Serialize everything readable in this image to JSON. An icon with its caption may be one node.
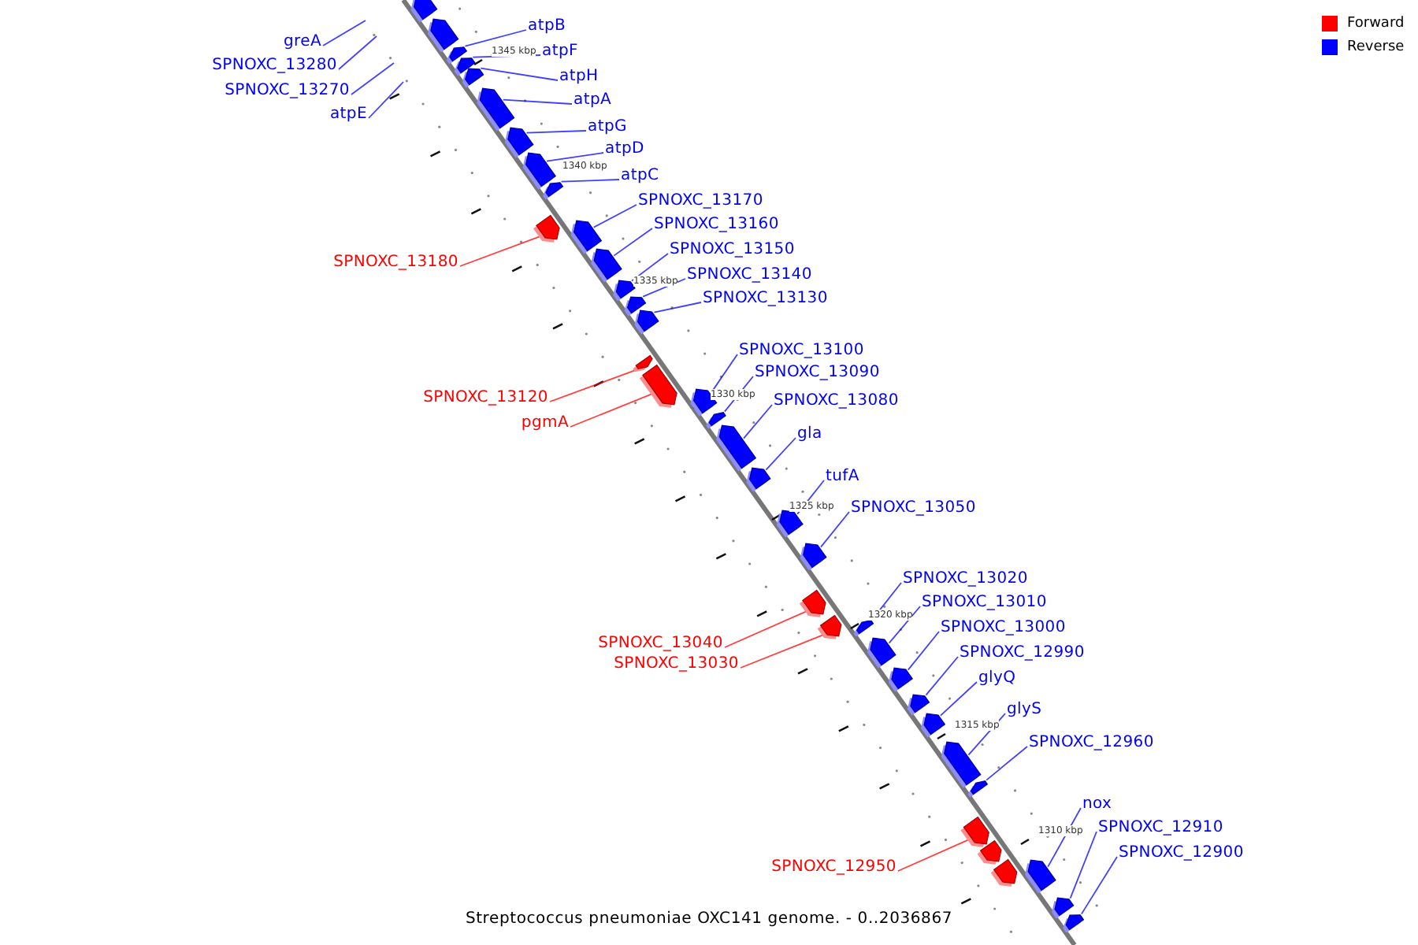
{
  "diagram": {
    "caption": "Streptococcus pneumoniae OXC141 genome. - 0..2036867",
    "nodes": [
      {
        "text": [
          "atpB"
        ]
      },
      {
        "text": [
          "greA"
        ]
      },
      {
        "text": [
          "atpF"
        ]
      },
      {
        "text": [
          "SPNOXC_13280"
        ]
      },
      {
        "text": [
          "atpH"
        ]
      },
      {
        "text": [
          "SPNOXC_13270"
        ]
      },
      {
        "text": [
          "atpA"
        ]
      },
      {
        "text": [
          "atpE"
        ]
      },
      {
        "text": [
          "atpG"
        ]
      },
      {
        "text": [
          "atpD"
        ]
      },
      {
        "text": [
          "atpC"
        ]
      },
      {
        "text": [
          "SPNOXC_13170"
        ]
      },
      {
        "text": [
          "SPNOXC_13160"
        ]
      },
      {
        "text": [
          "SPNOXC_13150"
        ]
      },
      {
        "text": [
          "SPNOXC_13180"
        ]
      },
      {
        "text": [
          "SPNOXC_13140"
        ]
      },
      {
        "text": [
          "SPNOXC_13130"
        ]
      },
      {
        "text": [
          "SPNOXC_13100"
        ]
      },
      {
        "text": [
          "SPNOXC_13090"
        ]
      },
      {
        "text": [
          "SPNOXC_13120"
        ]
      },
      {
        "text": [
          "SPNOXC_13080"
        ]
      },
      {
        "text": [
          "pgmA"
        ]
      },
      {
        "text": [
          "gla"
        ]
      },
      {
        "text": [
          "tufA"
        ]
      },
      {
        "text": [
          "SPNOXC_13050"
        ]
      },
      {
        "text": [
          "SPNOXC_13020"
        ]
      },
      {
        "text": [
          "SPNOXC_13010"
        ]
      },
      {
        "text": [
          "SPNOXC_13000"
        ]
      },
      {
        "text": [
          "SPNOXC_13040"
        ]
      },
      {
        "text": [
          "SPNOXC_12990"
        ]
      },
      {
        "text": [
          "SPNOXC_13030"
        ]
      },
      {
        "text": [
          "glyQ"
        ]
      },
      {
        "text": [
          "glyS"
        ]
      },
      {
        "text": [
          "SPNOXC_12960"
        ]
      },
      {
        "text": [
          "nox"
        ]
      },
      {
        "text": [
          "SPNOXC_12910"
        ]
      },
      {
        "text": [
          "SPNOXC_12900"
        ]
      },
      {
        "text": [
          "SPNOXC_12950"
        ]
      },
      {
        "text": [],
        "shape": "arrow"
      },
      {
        "text": [],
        "shape": "arrow"
      },
      {
        "text": [],
        "shape": "arrow"
      },
      {
        "text": [],
        "shape": "arrow"
      },
      {
        "text": [],
        "shape": "arrow"
      },
      {
        "text": [],
        "shape": "arrow"
      },
      {
        "text": [],
        "shape": "arrow"
      },
      {
        "text": [],
        "shape": "arrow"
      },
      {
        "text": [],
        "shape": "arrow"
      },
      {
        "text": [],
        "shape": "arrow"
      },
      {
        "text": [],
        "shape": "arrow"
      },
      {
        "text": [],
        "shape": "arrow"
      },
      {
        "text": [],
        "shape": "arrow"
      },
      {
        "text": [],
        "shape": "arrow"
      },
      {
        "text": [],
        "shape": "arrow"
      },
      {
        "text": [],
        "shape": "arrow"
      },
      {
        "text": [],
        "shape": "arrow"
      },
      {
        "text": [],
        "shape": "arrow"
      },
      {
        "text": [],
        "shape": "arrow"
      },
      {
        "text": [],
        "shape": "arrow"
      },
      {
        "text": [],
        "shape": "arrow"
      },
      {
        "text": [],
        "shape": "arrow"
      },
      {
        "text": [],
        "shape": "arrow"
      },
      {
        "text": [],
        "shape": "arrow"
      },
      {
        "text": [],
        "shape": "arrow"
      },
      {
        "text": [],
        "shape": "arrow"
      },
      {
        "text": [],
        "shape": "arrow"
      },
      {
        "text": [],
        "shape": "arrow"
      },
      {
        "text": [],
        "shape": "arrow"
      },
      {
        "text": [],
        "shape": "arrow"
      },
      {
        "text": [],
        "shape": "arrow"
      },
      {
        "text": [],
        "shape": "arrow"
      },
      {
        "text": [],
        "shape": "arrow"
      },
      {
        "text": [],
        "shape": "arrow"
      },
      {
        "text": [],
        "shape": "arrow"
      },
      {
        "text": [],
        "shape": "arrow"
      },
      {
        "text": [],
        "shape": "arrow"
      },
      {
        "text": [],
        "shape": "arrow"
      }
    ],
    "edges": [
      {
        "from": 0,
        "to": 40,
        "arrow": "none"
      },
      {
        "from": 1,
        "to": null,
        "arrow": "none"
      },
      {
        "from": 2,
        "to": 41,
        "arrow": "none"
      },
      {
        "from": 3,
        "to": null,
        "arrow": "none"
      },
      {
        "from": 4,
        "to": 42,
        "arrow": "none"
      },
      {
        "from": 5,
        "to": null,
        "arrow": "none"
      },
      {
        "from": 6,
        "to": 43,
        "arrow": "none"
      },
      {
        "from": 7,
        "to": null,
        "arrow": "none"
      },
      {
        "from": 8,
        "to": 44,
        "arrow": "none"
      },
      {
        "from": 9,
        "to": 45,
        "arrow": "none"
      },
      {
        "from": 10,
        "to": 46,
        "arrow": "none"
      },
      {
        "from": 11,
        "to": 48,
        "arrow": "none"
      },
      {
        "from": 12,
        "to": 49,
        "arrow": "none"
      },
      {
        "from": 13,
        "to": 50,
        "arrow": "none"
      },
      {
        "from": 14,
        "to": 47,
        "arrow": "none",
        "color": "#ff0000"
      },
      {
        "from": 15,
        "to": 51,
        "arrow": "none"
      },
      {
        "from": 16,
        "to": 52,
        "arrow": "none"
      },
      {
        "from": 17,
        "to": 55,
        "arrow": "none"
      },
      {
        "from": 18,
        "to": 56,
        "arrow": "none"
      },
      {
        "from": 19,
        "to": 53,
        "arrow": "none",
        "color": "#ff0000"
      },
      {
        "from": 20,
        "to": 57,
        "arrow": "none"
      },
      {
        "from": 21,
        "to": 54,
        "arrow": "none",
        "color": "#ff0000"
      },
      {
        "from": 22,
        "to": 58,
        "arrow": "none"
      },
      {
        "from": 23,
        "to": 59,
        "arrow": "none"
      },
      {
        "from": 24,
        "to": 60,
        "arrow": "none"
      },
      {
        "from": 25,
        "to": 63,
        "arrow": "none"
      },
      {
        "from": 26,
        "to": 64,
        "arrow": "none"
      },
      {
        "from": 27,
        "to": 65,
        "arrow": "none"
      },
      {
        "from": 28,
        "to": 61,
        "arrow": "none",
        "color": "#ff0000"
      },
      {
        "from": 29,
        "to": 66,
        "arrow": "none"
      },
      {
        "from": 30,
        "to": 62,
        "arrow": "none",
        "color": "#ff0000"
      },
      {
        "from": 31,
        "to": 67,
        "arrow": "none"
      },
      {
        "from": 32,
        "to": 68,
        "arrow": "none"
      },
      {
        "from": 33,
        "to": 69,
        "arrow": "none"
      },
      {
        "from": 34,
        "to": 73,
        "arrow": "none"
      },
      {
        "from": 35,
        "to": 74,
        "arrow": "none"
      },
      {
        "from": 36,
        "to": 75,
        "arrow": "none"
      },
      {
        "from": 37,
        "to": 70,
        "arrow": "none",
        "color": "#ff0000"
      }
    ],
    "labels": [
      "1345 kbp",
      "1340 kbp",
      "1335 kbp",
      "1330 kbp",
      "1325 kbp",
      "1320 kbp",
      "1315 kbp",
      "1310 kbp"
    ],
    "legend": [
      {
        "text": "Forward",
        "color": "#ff0000"
      },
      {
        "text": "Reverse",
        "color": "#0000ff"
      }
    ]
  }
}
